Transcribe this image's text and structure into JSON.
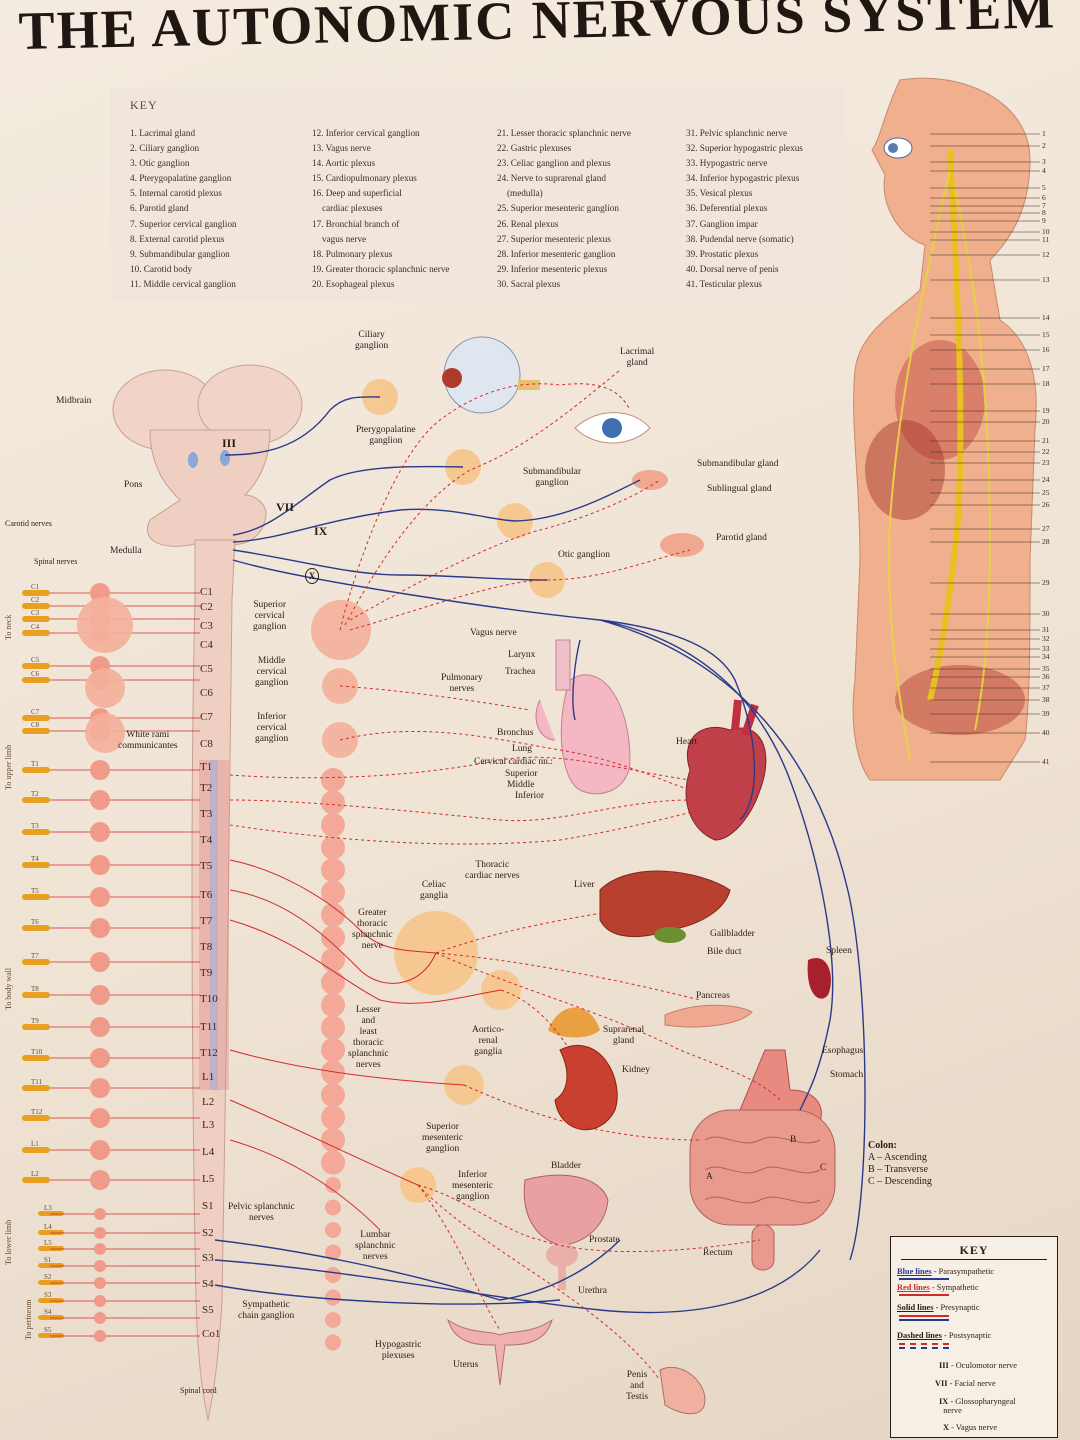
{
  "title": "THE AUTONOMIC NERVOUS SYSTEM",
  "key": {
    "heading": "KEY",
    "col1": [
      "1. Lacrimal gland",
      "2. Ciliary ganglion",
      "3. Otic ganglion",
      "4. Pterygopalatine ganglion",
      "5. Internal carotid plexus",
      "6. Parotid gland",
      "7. Superior cervical ganglion",
      "8. External carotid plexus",
      "9. Submandibular ganglion",
      "10. Carotid body",
      "11. Middle cervical ganglion"
    ],
    "col2": [
      "12. Inferior cervical ganglion",
      "13. Vagus nerve",
      "14. Aortic plexus",
      "15. Cardiopulmonary plexus",
      "16. Deep and superficial",
      "cardiac plexuses",
      "17. Bronchial branch of",
      "vagus nerve",
      "18. Pulmonary plexus",
      "19. Greater thoracic splanchnic nerve",
      "20. Esophageal plexus"
    ],
    "col3": [
      "21. Lesser thoracic splanchnic nerve",
      "22. Gastric plexuses",
      "23. Celiac ganglion and plexus",
      "24. Nerve to suprarenal gland",
      "(medulla)",
      "25. Superior mesenteric ganglion",
      "26. Renal plexus",
      "27. Superior mesenteric plexus",
      "28. Inferior mesenteric ganglion",
      "29. Inferior mesenteric plexus",
      "30. Sacral plexus"
    ],
    "col4": [
      "31. Pelvic splanchnic nerve",
      "32. Superior hypogastric plexus",
      "33. Hypogastric nerve",
      "34. Inferior hypogastric plexus",
      "35. Vesical plexus",
      "36. Deferential plexus",
      "37. Ganglion impar",
      "38. Pudendal nerve (somatic)",
      "39. Prostatic plexus",
      "40. Dorsal nerve of penis",
      "41. Testicular plexus"
    ]
  },
  "figure_numbers": [
    "1",
    "2",
    "3",
    "4",
    "5",
    "6",
    "7",
    "8",
    "9",
    "10",
    "11",
    "12",
    "13",
    "14",
    "15",
    "16",
    "17",
    "18",
    "19",
    "20",
    "21",
    "22",
    "23",
    "24",
    "25",
    "26",
    "27",
    "28",
    "29",
    "30",
    "31",
    "32",
    "33",
    "34",
    "35",
    "36",
    "37",
    "38",
    "39",
    "40",
    "41"
  ],
  "cranial": {
    "III": "III",
    "VII": "VII",
    "IX": "IX",
    "X": "X"
  },
  "brain_labels": {
    "midbrain": "Midbrain",
    "pons": "Pons",
    "medulla": "Medulla",
    "carotid_nerves": "Carotid nerves",
    "spinal_nerves": "Spinal nerves",
    "spinal_cord": "Spinal cord",
    "white_rami": "White rami\ncommunicantes"
  },
  "segments": [
    "C1",
    "C2",
    "C3",
    "C4",
    "C5",
    "C6",
    "C7",
    "C8",
    "T1",
    "T2",
    "T3",
    "T4",
    "T5",
    "T6",
    "T7",
    "T8",
    "T9",
    "T10",
    "T11",
    "T12",
    "L1",
    "L2",
    "L3",
    "L4",
    "L5",
    "S1",
    "S2",
    "S3",
    "S4",
    "S5",
    "Co1"
  ],
  "left_nerves": [
    "C1",
    "C2",
    "C3",
    "C4",
    "C5",
    "C6",
    "C7",
    "C8",
    "T1",
    "T2",
    "T3",
    "T4",
    "T5",
    "T6",
    "T7",
    "T8",
    "T9",
    "T10",
    "T11",
    "T12",
    "L1",
    "L2",
    "L3",
    "L4",
    "L5",
    "S1",
    "S2",
    "S3",
    "S4",
    "S5"
  ],
  "side_labels": {
    "neck": "To neck",
    "upper_limb": "To upper limb",
    "body_wall": "To body wall",
    "lower_limb": "To lower limb",
    "perineum": "To perineum"
  },
  "labels": {
    "ciliary": "Ciliary\nganglion",
    "lacrimal": "Lacrimal\ngland",
    "pterygo": "Pterygopalatine\nganglion",
    "submand_g": "Submandibular\nganglion",
    "submand_gland": "Submandibular gland",
    "sublingual": "Sublingual  gland",
    "parotid": "Parotid gland",
    "otic": "Otic ganglion",
    "sup_cerv": "Superior\ncervical\nganglion",
    "mid_cerv": "Middle\ncervical\nganglion",
    "inf_cerv": "Inferior\ncervical\nganglion",
    "vagus": "Vagus nerve",
    "larynx": "Larynx",
    "trachea": "Trachea",
    "pulm": "Pulmonary\nnerves",
    "bronchus": "Bronchus",
    "lung": "Lung",
    "cervical_cardiac": "Cervical cardiac nn.:",
    "superior": "Superior",
    "middle": "Middle",
    "inferior": "Inferior",
    "heart": "Heart",
    "thoracic_cardiac": "Thoracic\ncardiac nerves",
    "liver": "Liver",
    "celiac": "Celiac\nganglia",
    "greater": "Greater\nthoracic\nsplanchnic\nnerve",
    "gallbladder": "Gallbladder",
    "bileduct": "Bile duct",
    "spleen": "Spleen",
    "pancreas": "Pancreas",
    "lesser": "Lesser\nand\nleast\nthoracic\nsplanchnic\nnerves",
    "aortico": "Aortico-\nrenal\nganglia",
    "suprarenal": "Suprarenal\ngland",
    "kidney": "Kidney",
    "esophagus": "Esophagus",
    "stomach": "Stomach",
    "supmes": "Superior\nmesenteric\nganglion",
    "infmes": "Inferior\nmesenteric\nganglion",
    "bladder": "Bladder",
    "prostate": "Prostate",
    "urethra": "Urethra",
    "rectum": "Rectum",
    "pelvic": "Pelvic splanchnic\nnerves",
    "lumbar": "Lumbar\nsplanchnic\nnerves",
    "sympchain": "Sympathetic\nchain ganglion",
    "hypogastric": "Hypogastric\nplexuses",
    "uterus": "Uterus",
    "penis": "Penis\nand\nTestis",
    "A": "A",
    "B": "B",
    "C": "C"
  },
  "colon": {
    "title": "Colon:",
    "a": "A – Ascending",
    "b": "B – Transverse",
    "c": "C – Descending"
  },
  "legend": {
    "title": "KEY",
    "blue": "Blue lines",
    "blue_t": "- Parasympathetic",
    "red": "Red lines",
    "red_t": "- Sympathetic",
    "solid": "Solid lines",
    "solid_t": "- Presynaptic",
    "dashed": "Dashed lines",
    "dashed_t": "- Postsynaptic",
    "iii": "III",
    "iii_t": "- Oculomotor nerve",
    "vii": "VII",
    "vii_t": "- Facial nerve",
    "ix": "IX",
    "ix_t": "- Glossopharyngeal\n  nerve",
    "x": "X",
    "x_t": "- Vagus nerve",
    "colors": {
      "blue": "#2a3a8a",
      "red": "#d22a2a"
    }
  }
}
